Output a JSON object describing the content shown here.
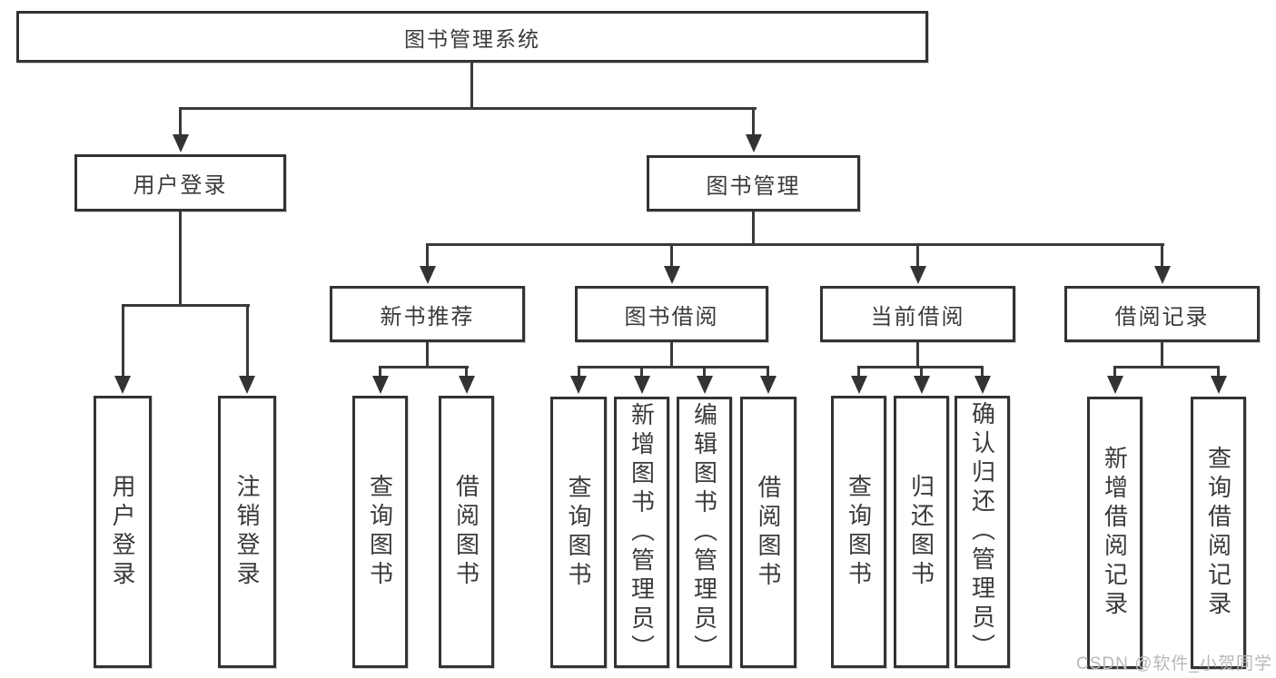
{
  "diagram": {
    "title": "图书管理系统",
    "level2": {
      "user_login": "用户登录",
      "book_management": "图书管理"
    },
    "level3": {
      "new_books": "新书推荐",
      "book_borrow": "图书借阅",
      "current_borrow": "当前借阅",
      "borrow_records": "借阅记录"
    },
    "leaves": {
      "login": [
        "用户登录",
        "注销登录"
      ],
      "new_books": [
        "查询图书",
        "借阅图书"
      ],
      "book_borrow": [
        "查询图书",
        "新增图书（管理员）",
        "编辑图书（管理员）",
        "借阅图书"
      ],
      "current_borrow": [
        "查询图书",
        "归还图书",
        "确认归还（管理员）"
      ],
      "borrow_records": [
        "新增借阅记录",
        "查询借阅记录"
      ]
    }
  },
  "watermark": "CSDN @软件_小贺同学",
  "colors": {
    "line": "#3a3a3a",
    "box_border": "#333333",
    "box_fill": "#ffffff",
    "text": "#3a3a3a",
    "watermark": "#b8b8b8"
  }
}
